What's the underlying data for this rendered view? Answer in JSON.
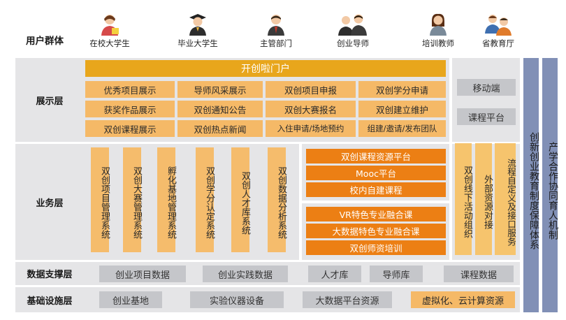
{
  "users": {
    "label": "用户群体",
    "items": [
      {
        "label": "在校大学生",
        "icon": "student-icon"
      },
      {
        "label": "毕业大学生",
        "icon": "graduate-icon"
      },
      {
        "label": "主管部门",
        "icon": "manager-icon"
      },
      {
        "label": "创业导师",
        "icon": "mentor-group-icon"
      },
      {
        "label": "培训教师",
        "icon": "teacher-icon"
      },
      {
        "label": "省教育厅",
        "icon": "department-group-icon"
      }
    ]
  },
  "display_layer": {
    "label": "展示层",
    "portal": "开创啦门户",
    "grid": [
      [
        "优秀项目展示",
        "导师风采展示",
        "双创项目申报",
        "双创学分申请"
      ],
      [
        "获奖作品展示",
        "双创通知公告",
        "双创大赛报名",
        "双创建立维护"
      ],
      [
        "双创课程展示",
        "双创热点新闻",
        "入住申请/场地预约",
        "组建/邀请/发布团队"
      ]
    ],
    "mobile": "移动端",
    "course_platform": "课程平台"
  },
  "business_layer": {
    "label": "业务层",
    "systems": [
      "双创项目管理系统",
      "双创大赛管理系统",
      "孵化基地管理系统",
      "双创学分认定系统",
      "双创人才库系统",
      "双创数据分析系统"
    ],
    "course_group": [
      "双创课程资源平台",
      "Mooc平台",
      "校内自建课程"
    ],
    "special_group": [
      "VR特色专业融合课",
      "大数据特色专业融合课",
      "双创师资培训"
    ],
    "right_group": [
      "双创线下活动组织",
      "外部资源对接",
      "流程自定义及接口服务"
    ]
  },
  "data_layer": {
    "label": "数据支撑层",
    "items": [
      "创业项目数据",
      "创业实践数据",
      "人才库",
      "导师库",
      "课程数据"
    ]
  },
  "infra_layer": {
    "label": "基础设施层",
    "items": [
      "创业基地",
      "实验仪器设备",
      "大数据平台资源"
    ],
    "highlight": "虚拟化、云计算资源"
  },
  "side_columns": [
    "创新创业教育制度保障体系",
    "产学合作协同育人机制"
  ],
  "colors": {
    "light_orange": "#f5b967",
    "deep_orange": "#ec7f14",
    "gold": "#e8a61c",
    "gray_box": "#c5c6ca",
    "layer_bg": "#e5e5e7",
    "side_blue": "#8190b6"
  }
}
